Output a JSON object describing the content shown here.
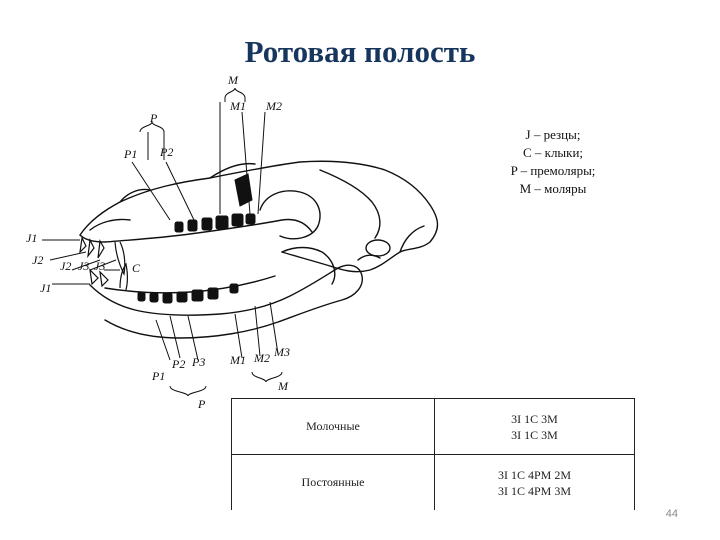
{
  "slide": {
    "title": "Ротовая полость",
    "page_number": "44"
  },
  "legend": [
    "J – резцы;",
    "C – клыки;",
    "P – премоляры;",
    "M – моляры"
  ],
  "figure_labels": {
    "M_top": "M",
    "M1_top": "M1",
    "M2_top": "M2",
    "P_top": "P",
    "P1_top": "P1",
    "P2_top": "P2",
    "J1_top": "J1",
    "J2": "J2",
    "J3": "J3",
    "J2_low": "J2",
    "J3_low": "J3",
    "C": "C",
    "J1_low": "J1",
    "P1_bottom": "P1",
    "P2_bottom": "P2",
    "P3_bottom": "P3",
    "P_bottom": "P",
    "M1_bottom": "M1",
    "M2_bottom": "M2",
    "M3_bottom": "M3",
    "M_bottom": "M"
  },
  "dental_table": {
    "rows": [
      {
        "label": "Молочные",
        "formula_upper": "3I 1C 3M",
        "formula_lower": "3I 1C 3M"
      },
      {
        "label": "Постоянные",
        "formula_upper": "3I 1C 4PM 2M",
        "formula_lower": "3I 1C 4PM 3M"
      }
    ]
  },
  "colors": {
    "title": "#17365d",
    "text": "#111111",
    "page_number": "#8a8a8a"
  }
}
